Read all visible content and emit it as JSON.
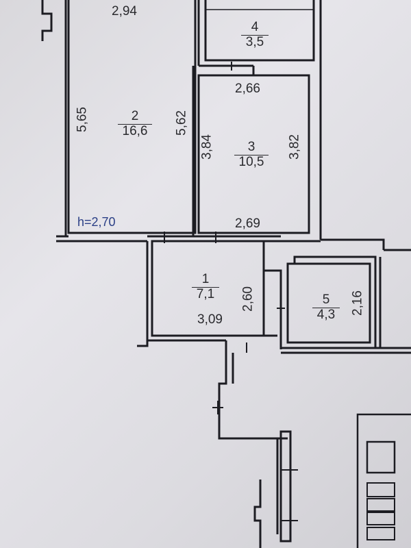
{
  "rooms": [
    {
      "number": "2",
      "area": "16,6",
      "width_top": "2,94",
      "side_left": "5,65",
      "side_right": "5,62"
    },
    {
      "number": "4",
      "area": "3,5"
    },
    {
      "number": "3",
      "area": "10,5",
      "width_top": "2,66",
      "width_bottom": "2,69",
      "side_left": "3,84",
      "side_right": "3,82"
    },
    {
      "number": "1",
      "area": "7,1",
      "width_bottom": "3,09",
      "side_right": "2,60"
    },
    {
      "number": "5",
      "area": "4,3",
      "side_right": "2,16"
    }
  ],
  "ceiling_height": "h=2,70",
  "colors": {
    "wall": "#1c1c22",
    "text": "#2a2a2e",
    "note": "#2b3f86",
    "paper": "#dddce1"
  }
}
